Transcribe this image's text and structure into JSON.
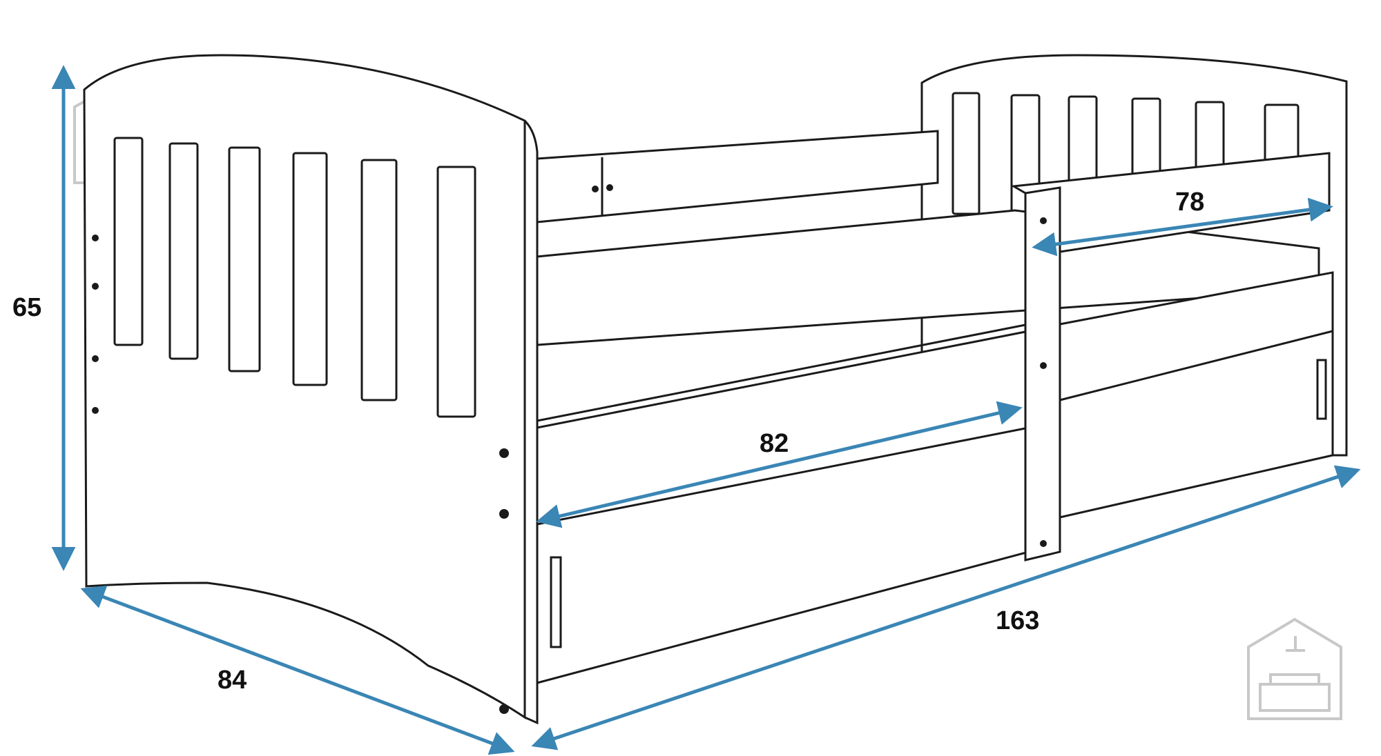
{
  "dimensions": {
    "height": "65",
    "depth": "84",
    "length": "163",
    "inner_length": "82",
    "rail_length": "78"
  },
  "colors": {
    "line": "#1a1a1a",
    "arrow": "#3a86b5",
    "watermark": "#c8c8c8"
  },
  "icons": {
    "watermark_left": "house-sofa-icon",
    "watermark_right": "house-sofa-icon"
  }
}
